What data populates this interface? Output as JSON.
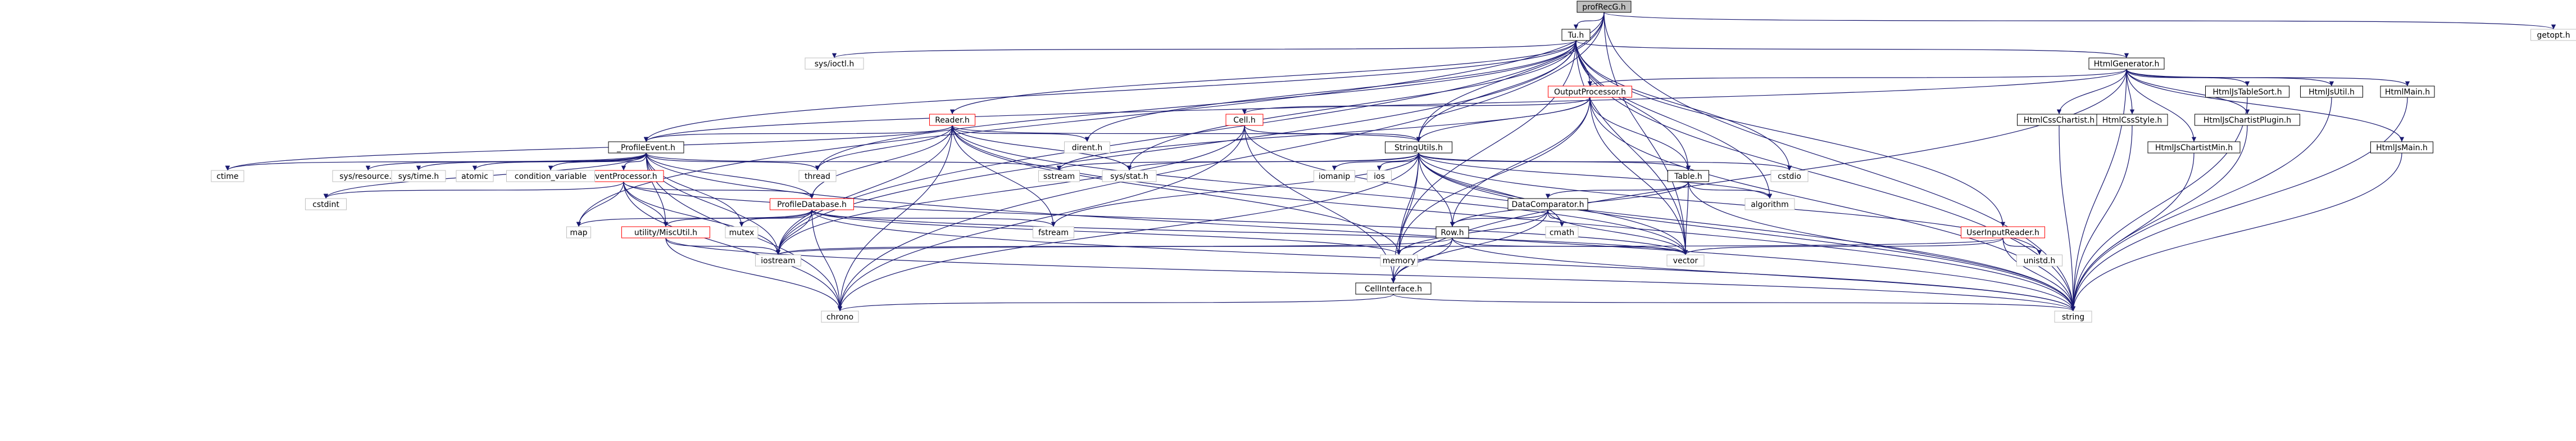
{
  "graph": {
    "root": "profRecG.h",
    "colors": {
      "root_fill": "#bfbfbf",
      "node_fill": "#ffffff",
      "node_stroke": "#000000",
      "system_stroke": "#bfbfbf",
      "linked_stroke": "#ff0000",
      "edge": "#191970"
    },
    "nodes": [
      {
        "id": "root",
        "label": "profRecG.h",
        "kind": "root"
      },
      {
        "id": "tuh",
        "label": "Tu.h",
        "kind": "local"
      },
      {
        "id": "getopt",
        "label": "getopt.h",
        "kind": "system"
      },
      {
        "id": "sysioctl",
        "label": "sys/ioctl.h",
        "kind": "system"
      },
      {
        "id": "htmlgen",
        "label": "HtmlGenerator.h",
        "kind": "local"
      },
      {
        "id": "outproc",
        "label": "OutputProcessor.h",
        "kind": "linked"
      },
      {
        "id": "reader",
        "label": "Reader.h",
        "kind": "linked"
      },
      {
        "id": "cellh",
        "label": "Cell.h",
        "kind": "linked"
      },
      {
        "id": "stringutils",
        "label": "StringUtils.h",
        "kind": "local"
      },
      {
        "id": "profevent",
        "label": "_ProfileEvent.h",
        "kind": "local"
      },
      {
        "id": "eventproc",
        "label": "EventProcessor.h",
        "kind": "linked"
      },
      {
        "id": "profdb",
        "label": "ProfileDatabase.h",
        "kind": "linked"
      },
      {
        "id": "utilmisc",
        "label": "utility/MiscUtil.h",
        "kind": "linked"
      },
      {
        "id": "tableh",
        "label": "Table.h",
        "kind": "local"
      },
      {
        "id": "datacomp",
        "label": "DataComparator.h",
        "kind": "local"
      },
      {
        "id": "rowh",
        "label": "Row.h",
        "kind": "local"
      },
      {
        "id": "cellif",
        "label": "CellInterface.h",
        "kind": "local"
      },
      {
        "id": "userinput",
        "label": "UserInputReader.h",
        "kind": "linked"
      },
      {
        "id": "jstablesort",
        "label": "HtmlJsTableSort.h",
        "kind": "local"
      },
      {
        "id": "jsutil",
        "label": "HtmlJsUtil.h",
        "kind": "local"
      },
      {
        "id": "htmlmain",
        "label": "HtmlMain.h",
        "kind": "local"
      },
      {
        "id": "csschartist",
        "label": "HtmlCssChartist.h",
        "kind": "local"
      },
      {
        "id": "cssstyle",
        "label": "HtmlCssStyle.h",
        "kind": "local"
      },
      {
        "id": "chartistplugin",
        "label": "HtmlJsChartistPlugin.h",
        "kind": "local"
      },
      {
        "id": "chartistmin",
        "label": "HtmlJsChartistMin.h",
        "kind": "local"
      },
      {
        "id": "jsmain",
        "label": "HtmlJsMain.h",
        "kind": "local"
      },
      {
        "id": "dirent",
        "label": "dirent.h",
        "kind": "system"
      },
      {
        "id": "thread",
        "label": "thread",
        "kind": "system"
      },
      {
        "id": "ctime",
        "label": "ctime",
        "kind": "system"
      },
      {
        "id": "sysresource",
        "label": "sys/resource.h",
        "kind": "system"
      },
      {
        "id": "systime",
        "label": "sys/time.h",
        "kind": "system"
      },
      {
        "id": "atomic",
        "label": "atomic",
        "kind": "system"
      },
      {
        "id": "condvar",
        "label": "condition_variable",
        "kind": "system"
      },
      {
        "id": "sstream",
        "label": "sstream",
        "kind": "system"
      },
      {
        "id": "sysstat",
        "label": "sys/stat.h",
        "kind": "system"
      },
      {
        "id": "iomanip",
        "label": "iomanip",
        "kind": "system"
      },
      {
        "id": "ios",
        "label": "ios",
        "kind": "system"
      },
      {
        "id": "cstdio",
        "label": "cstdio",
        "kind": "system"
      },
      {
        "id": "algorithm",
        "label": "algorithm",
        "kind": "system"
      },
      {
        "id": "cstdint",
        "label": "cstdint",
        "kind": "system"
      },
      {
        "id": "map",
        "label": "map",
        "kind": "system"
      },
      {
        "id": "mutex",
        "label": "mutex",
        "kind": "system"
      },
      {
        "id": "fstream",
        "label": "fstream",
        "kind": "system"
      },
      {
        "id": "cmath",
        "label": "cmath",
        "kind": "system"
      },
      {
        "id": "iostream",
        "label": "iostream",
        "kind": "system"
      },
      {
        "id": "memory",
        "label": "memory",
        "kind": "system"
      },
      {
        "id": "vector",
        "label": "vector",
        "kind": "system"
      },
      {
        "id": "unistd",
        "label": "unistd.h",
        "kind": "system"
      },
      {
        "id": "chrono",
        "label": "chrono",
        "kind": "system"
      },
      {
        "id": "string",
        "label": "string",
        "kind": "system"
      }
    ],
    "edges": [
      [
        "root",
        "tuh"
      ],
      [
        "root",
        "getopt"
      ],
      [
        "root",
        "string"
      ],
      [
        "root",
        "iostream"
      ],
      [
        "root",
        "map"
      ],
      [
        "root",
        "vector"
      ],
      [
        "root",
        "chrono"
      ],
      [
        "root",
        "stringutils"
      ],
      [
        "tuh",
        "sysioctl"
      ],
      [
        "tuh",
        "htmlgen"
      ],
      [
        "tuh",
        "outproc"
      ],
      [
        "tuh",
        "reader"
      ],
      [
        "tuh",
        "profevent"
      ],
      [
        "tuh",
        "stringutils"
      ],
      [
        "tuh",
        "tableh"
      ],
      [
        "tuh",
        "userinput"
      ],
      [
        "tuh",
        "dirent"
      ],
      [
        "tuh",
        "thread"
      ],
      [
        "tuh",
        "sysstat"
      ],
      [
        "tuh",
        "cstdio"
      ],
      [
        "tuh",
        "algorithm"
      ],
      [
        "tuh",
        "iostream"
      ],
      [
        "tuh",
        "vector"
      ],
      [
        "tuh",
        "memory"
      ],
      [
        "tuh",
        "string"
      ],
      [
        "htmlgen",
        "outproc"
      ],
      [
        "htmlgen",
        "jstablesort"
      ],
      [
        "htmlgen",
        "jsutil"
      ],
      [
        "htmlgen",
        "htmlmain"
      ],
      [
        "htmlgen",
        "csschartist"
      ],
      [
        "htmlgen",
        "cssstyle"
      ],
      [
        "htmlgen",
        "chartistplugin"
      ],
      [
        "htmlgen",
        "chartistmin"
      ],
      [
        "htmlgen",
        "jsmain"
      ],
      [
        "htmlgen",
        "profevent"
      ],
      [
        "htmlgen",
        "string"
      ],
      [
        "htmlgen",
        "cellif"
      ],
      [
        "outproc",
        "cellh"
      ],
      [
        "outproc",
        "stringutils"
      ],
      [
        "outproc",
        "tableh"
      ],
      [
        "outproc",
        "rowh"
      ],
      [
        "outproc",
        "sstream"
      ],
      [
        "outproc",
        "memory"
      ],
      [
        "outproc",
        "vector"
      ],
      [
        "outproc",
        "string"
      ],
      [
        "reader",
        "profevent"
      ],
      [
        "reader",
        "stringutils"
      ],
      [
        "reader",
        "profdb"
      ],
      [
        "reader",
        "dirent"
      ],
      [
        "reader",
        "thread"
      ],
      [
        "reader",
        "ctime"
      ],
      [
        "reader",
        "sysstat"
      ],
      [
        "reader",
        "fstream"
      ],
      [
        "reader",
        "iostream"
      ],
      [
        "reader",
        "memory"
      ],
      [
        "reader",
        "chrono"
      ],
      [
        "reader",
        "string"
      ],
      [
        "reader",
        "vector"
      ],
      [
        "cellh",
        "cellif"
      ],
      [
        "cellh",
        "stringutils"
      ],
      [
        "cellh",
        "iostream"
      ],
      [
        "cellh",
        "chrono"
      ],
      [
        "cellh",
        "string"
      ],
      [
        "stringutils",
        "sstream"
      ],
      [
        "stringutils",
        "sysstat"
      ],
      [
        "stringutils",
        "iomanip"
      ],
      [
        "stringutils",
        "ios"
      ],
      [
        "stringutils",
        "cstdio"
      ],
      [
        "stringutils",
        "algorithm"
      ],
      [
        "stringutils",
        "tableh"
      ],
      [
        "stringutils",
        "rowh"
      ],
      [
        "stringutils",
        "cellif"
      ],
      [
        "stringutils",
        "memory"
      ],
      [
        "stringutils",
        "vector"
      ],
      [
        "stringutils",
        "unistd"
      ],
      [
        "stringutils",
        "chrono"
      ],
      [
        "stringutils",
        "string"
      ],
      [
        "stringutils",
        "fstream"
      ],
      [
        "stringutils",
        "cmath"
      ],
      [
        "profevent",
        "ctime"
      ],
      [
        "profevent",
        "sysresource"
      ],
      [
        "profevent",
        "systime"
      ],
      [
        "profevent",
        "atomic"
      ],
      [
        "profevent",
        "condvar"
      ],
      [
        "profevent",
        "eventproc"
      ],
      [
        "profevent",
        "profdb"
      ],
      [
        "profevent",
        "utilmisc"
      ],
      [
        "profevent",
        "thread"
      ],
      [
        "profevent",
        "sstream"
      ],
      [
        "profevent",
        "mutex"
      ],
      [
        "profevent",
        "iostream"
      ],
      [
        "profevent",
        "chrono"
      ],
      [
        "profevent",
        "string"
      ],
      [
        "profevent",
        "cstdint"
      ],
      [
        "eventproc",
        "profdb"
      ],
      [
        "eventproc",
        "utilmisc"
      ],
      [
        "eventproc",
        "cstdint"
      ],
      [
        "eventproc",
        "map"
      ],
      [
        "eventproc",
        "iostream"
      ],
      [
        "eventproc",
        "chrono"
      ],
      [
        "eventproc",
        "vector"
      ],
      [
        "profdb",
        "utilmisc"
      ],
      [
        "profdb",
        "map"
      ],
      [
        "profdb",
        "mutex"
      ],
      [
        "profdb",
        "fstream"
      ],
      [
        "profdb",
        "iostream"
      ],
      [
        "profdb",
        "memory"
      ],
      [
        "profdb",
        "vector"
      ],
      [
        "profdb",
        "chrono"
      ],
      [
        "profdb",
        "string"
      ],
      [
        "utilmisc",
        "iostream"
      ],
      [
        "utilmisc",
        "chrono"
      ],
      [
        "utilmisc",
        "string"
      ],
      [
        "tableh",
        "datacomp"
      ],
      [
        "tableh",
        "rowh"
      ],
      [
        "tableh",
        "algorithm"
      ],
      [
        "tableh",
        "vector"
      ],
      [
        "tableh",
        "string"
      ],
      [
        "datacomp",
        "rowh"
      ],
      [
        "datacomp",
        "cellif"
      ],
      [
        "datacomp",
        "cmath"
      ],
      [
        "datacomp",
        "vector"
      ],
      [
        "datacomp",
        "memory"
      ],
      [
        "rowh",
        "cellif"
      ],
      [
        "rowh",
        "memory"
      ],
      [
        "rowh",
        "vector"
      ],
      [
        "rowh",
        "iostream"
      ],
      [
        "rowh",
        "string"
      ],
      [
        "cellif",
        "chrono"
      ],
      [
        "cellif",
        "string"
      ],
      [
        "userinput",
        "unistd"
      ],
      [
        "userinput",
        "iostream"
      ],
      [
        "userinput",
        "vector"
      ],
      [
        "userinput",
        "string"
      ],
      [
        "jstablesort",
        "string"
      ],
      [
        "jsutil",
        "string"
      ],
      [
        "htmlmain",
        "string"
      ],
      [
        "csschartist",
        "string"
      ],
      [
        "cssstyle",
        "string"
      ],
      [
        "chartistplugin",
        "string"
      ],
      [
        "chartistmin",
        "string"
      ],
      [
        "jsmain",
        "string"
      ]
    ]
  }
}
